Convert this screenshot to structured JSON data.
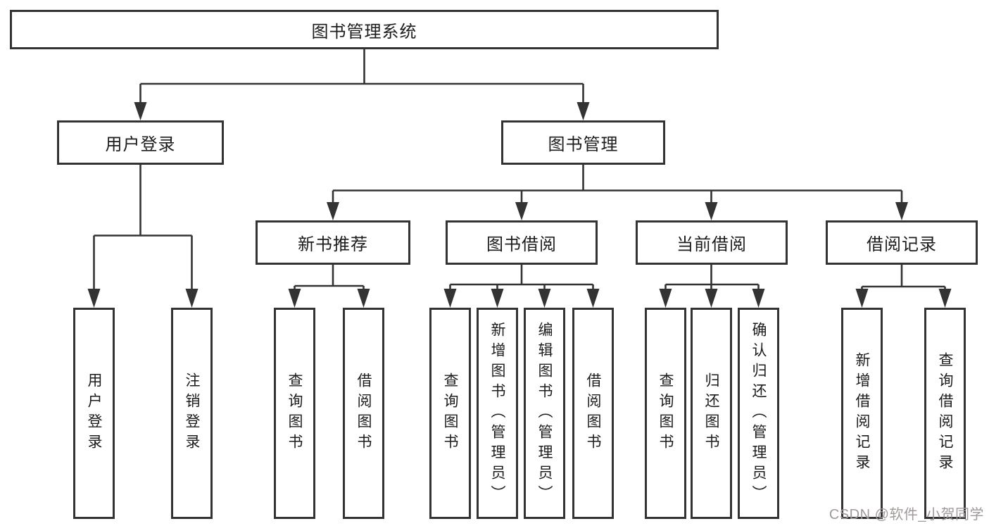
{
  "diagram": {
    "root": "图书管理系统",
    "branches": [
      {
        "label": "用户登录",
        "children": [
          "用户登录",
          "注销登录"
        ]
      },
      {
        "label": "图书管理",
        "sections": [
          {
            "label": "新书推荐",
            "children": [
              "查询图书",
              "借阅图书"
            ]
          },
          {
            "label": "图书借阅",
            "children": [
              "查询图书",
              "新增图书（管理员）",
              "编辑图书（管理员）",
              "借阅图书"
            ]
          },
          {
            "label": "当前借阅",
            "children": [
              "查询图书",
              "归还图书",
              "确认归还（管理员）"
            ]
          },
          {
            "label": "借阅记录",
            "children": [
              "新增借阅记录",
              "查询借阅记录"
            ]
          }
        ]
      }
    ]
  },
  "watermark": "CSDN @软件_小贺同学",
  "colors": {
    "line": "#333333",
    "box_border": "#333333",
    "text": "#1c1c1c",
    "watermark": "#a09a9a",
    "background": "#ffffff"
  }
}
